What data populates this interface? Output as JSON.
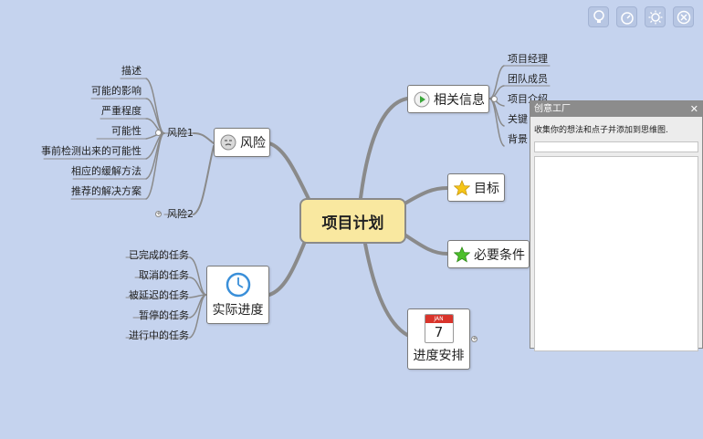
{
  "toolbar": {
    "buttons": [
      {
        "name": "lightbulb-icon"
      },
      {
        "name": "timer-icon"
      },
      {
        "name": "settings-sun-icon"
      },
      {
        "name": "close-circle-icon"
      }
    ]
  },
  "central": {
    "label": "项目计划"
  },
  "risk": {
    "label": "风险",
    "icon": "risk-face-icon",
    "risk1": {
      "label": "风险1",
      "items": [
        "描述",
        "可能的影响",
        "严重程度",
        "可能性",
        "事前检测出来的可能性",
        "相应的缓解方法",
        "推荐的解决方案"
      ]
    },
    "risk2": {
      "label": "风险2"
    }
  },
  "progress": {
    "label": "实际进度",
    "icon": "clock-icon",
    "items": [
      "已完成的任务",
      "取消的任务",
      "被延迟的任务",
      "暂停的任务",
      "进行中的任务"
    ]
  },
  "related": {
    "label": "相关信息",
    "icon": "play-icon",
    "items": [
      "项目经理",
      "团队成员",
      "项目介绍",
      "关键",
      "背景"
    ]
  },
  "goal": {
    "label": "目标",
    "icon": "star-icon"
  },
  "prerequisites": {
    "label": "必要条件",
    "icon": "green-star-icon"
  },
  "schedule": {
    "label": "进度安排",
    "icon": "calendar-icon",
    "calendar_month": "JAN",
    "calendar_day": "7"
  },
  "panel": {
    "title": "创意工厂",
    "close_glyph": "✕",
    "description": "收集你的想法和点子并添加到思维图."
  },
  "colors": {
    "background": "#c5d3ee",
    "branch": "#8a8a8a",
    "central_fill": "#f9e8a0"
  }
}
